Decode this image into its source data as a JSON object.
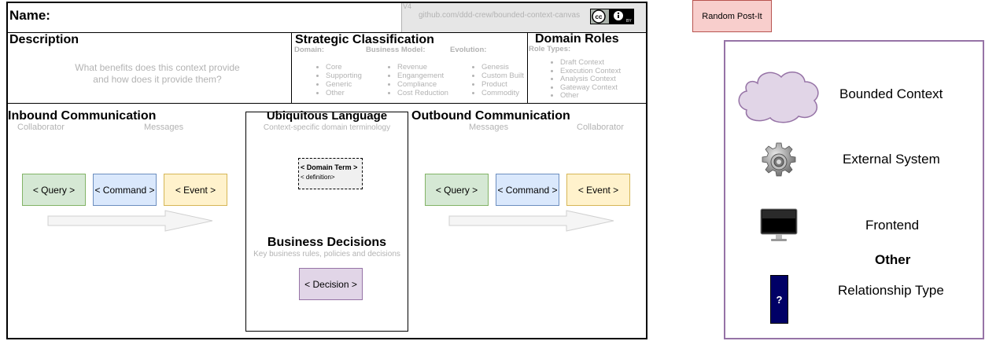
{
  "canvas": {
    "name_label": "Name:",
    "version": "V4",
    "github_url": "github.com/ddd-crew/bounded-context-canvas",
    "license_icon": "cc-by-icon"
  },
  "description": {
    "title": "Description",
    "prompt_line1": "What benefits does this context provide",
    "prompt_line2": "and how does it provide them?"
  },
  "strategic": {
    "title": "Strategic Classification",
    "domain_label": "Domain:",
    "business_model_label": "Business Model:",
    "evolution_label": "Evolution:",
    "domain_items": [
      "Core",
      "Supporting",
      "Generic",
      "Other"
    ],
    "business_model_items": [
      "Revenue",
      "Engangement",
      "Compliance",
      "Cost Reduction"
    ],
    "evolution_items": [
      "Genesis",
      "Custom Built",
      "Product",
      "Commodity"
    ]
  },
  "roles": {
    "title": "Domain Roles",
    "role_types_label": "Role Types:",
    "items": [
      "Draft Context",
      "Execution Context",
      "Analysis Context",
      "Gateway Context",
      "Other"
    ]
  },
  "inbound": {
    "title": "Inbound Communication",
    "collaborator_label": "Collaborator",
    "messages_label": "Messages",
    "query": "< Query >",
    "command": "< Command >",
    "event": "< Event >"
  },
  "language": {
    "title": "Ubiquitous Language",
    "subtitle": "Context-specific domain terminology",
    "term": "< Domain Term >",
    "definition": "< definition>"
  },
  "decisions": {
    "title": "Business Decisions",
    "subtitle": "Key business rules, policies and decisions",
    "decision": "< Decision >"
  },
  "outbound": {
    "title": "Outbound Communication",
    "messages_label": "Messages",
    "collaborator_label": "Collaborator",
    "query": "< Query >",
    "command": "< Command >",
    "event": "< Event >"
  },
  "postit": {
    "label": "Random Post-It"
  },
  "legend": {
    "bounded_context": "Bounded Context",
    "external_system": "External System",
    "frontend": "Frontend",
    "other_heading": "Other",
    "relationship_type": "Relationship Type",
    "relationship_glyph": "?"
  },
  "colors": {
    "query": "#d5e8d4",
    "command": "#dae8fc",
    "event": "#fff2cc",
    "decision": "#e1d5e7",
    "postit": "#f8cecc",
    "legend_border": "#9673a6",
    "relationship": "#000066"
  }
}
